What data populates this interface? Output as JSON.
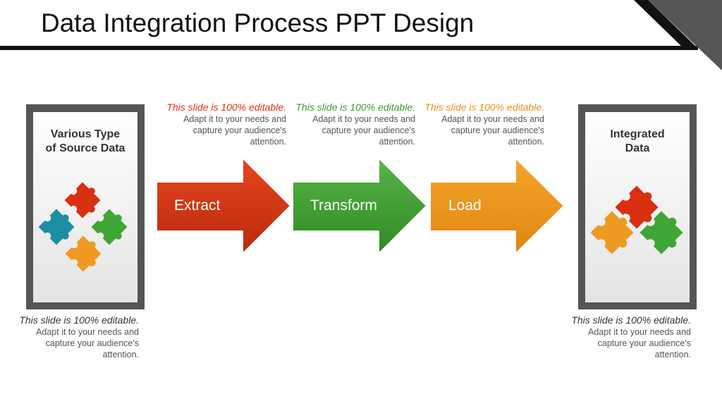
{
  "slide": {
    "title": "Data Integration Process PPT Design"
  },
  "panels": {
    "source": {
      "label": "Various Type\nof Source Data"
    },
    "target": {
      "label": "Integrated\nData"
    }
  },
  "steps": [
    {
      "label": "Extract",
      "color": "#d7310f"
    },
    {
      "label": "Transform",
      "color": "#3f9e2f"
    },
    {
      "label": "Load",
      "color": "#eb951c"
    }
  ],
  "notes": {
    "highlight": "This slide is 100% editable.",
    "body": "Adapt it to your needs and capture your audience's attention."
  },
  "puzzle_colors": {
    "red": "#d9300f",
    "teal": "#1b8fa1",
    "green": "#3fa535",
    "orange": "#ee9a22"
  }
}
